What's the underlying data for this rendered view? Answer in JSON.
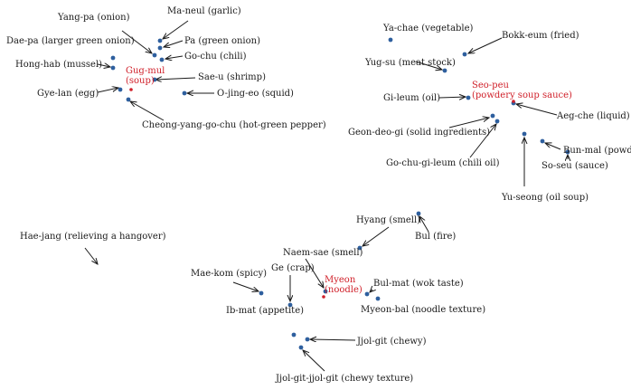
{
  "colors": {
    "text": "#1a1a1a",
    "center": "#d0202a",
    "dot": "#2e5f9e",
    "arrow": "#1a1a1a"
  },
  "clusters": [
    {
      "center": {
        "id": "gug-mul",
        "lines": [
          "Gug-mul",
          "(soup)"
        ]
      },
      "terms": [
        {
          "id": "yang-pa",
          "label": "Yang-pa (onion)"
        },
        {
          "id": "ma-neul",
          "label": "Ma-neul (garlic)"
        },
        {
          "id": "dae-pa",
          "label": "Dae-pa (larger green onion)"
        },
        {
          "id": "pa",
          "label": "Pa (green onion)"
        },
        {
          "id": "go-chu",
          "label": "Go-chu (chili)"
        },
        {
          "id": "hong-hab",
          "label": "Hong-hab (mussel)"
        },
        {
          "id": "sae-u",
          "label": "Sae-u (shrimp)"
        },
        {
          "id": "gye-lan",
          "label": "Gye-lan (egg)"
        },
        {
          "id": "o-jing-eo",
          "label": "O-jing-eo (squid)"
        },
        {
          "id": "cheong-yang",
          "label": "Cheong-yang-go-chu (hot-green pepper)"
        }
      ]
    },
    {
      "center": {
        "id": "seo-peu",
        "lines": [
          "Seo-peu",
          "(powdery soup sauce)"
        ]
      },
      "terms": [
        {
          "id": "ya-chae",
          "label": "Ya-chae (vegetable)"
        },
        {
          "id": "bokk-eum",
          "label": "Bokk-eum (fried)"
        },
        {
          "id": "yug-su",
          "label": "Yug-su (meat stock)"
        },
        {
          "id": "gi-leum",
          "label": "Gi-leum (oil)"
        },
        {
          "id": "aeg-che",
          "label": "Aeg-che (liquid)"
        },
        {
          "id": "geon-deo-gi",
          "label": "Geon-deo-gi (solid ingredients)"
        },
        {
          "id": "bun-mal",
          "label": "Bun-mal (powder)"
        },
        {
          "id": "go-chu-gi-leum",
          "label": "Go-chu-gi-leum (chili oil)"
        },
        {
          "id": "so-seu",
          "label": "So-seu (sauce)"
        },
        {
          "id": "yu-seong",
          "label": "Yu-seong (oil soup)"
        }
      ]
    },
    {
      "center": {
        "id": "myeon",
        "lines": [
          "Myeon",
          "(noodle)"
        ]
      },
      "terms": [
        {
          "id": "hyang",
          "label": "Hyang (smell)"
        },
        {
          "id": "bul",
          "label": "Bul (fire)"
        },
        {
          "id": "hae-jang",
          "label": "Hae-jang (relieving a hangover)"
        },
        {
          "id": "naem-sae",
          "label": "Naem-sae (smell)"
        },
        {
          "id": "ge",
          "label": "Ge (crap)"
        },
        {
          "id": "mae-kom",
          "label": "Mae-kom (spicy)"
        },
        {
          "id": "bul-mat",
          "label": "Bul-mat (wok taste)"
        },
        {
          "id": "ib-mat",
          "label": "Ib-mat (appetite)"
        },
        {
          "id": "myeon-bal",
          "label": "Myeon-bal (noodle texture)"
        },
        {
          "id": "jjol-git",
          "label": "Jjol-git (chewy)"
        },
        {
          "id": "jjol-git-jjol-git",
          "label": "Jjol-git-jjol-git (chewy texture)"
        }
      ]
    }
  ]
}
